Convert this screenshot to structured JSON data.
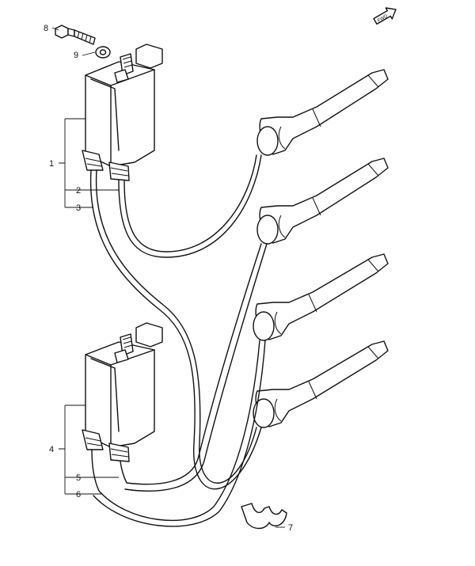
{
  "callouts": {
    "c1": "1",
    "c2": "2",
    "c3": "3",
    "c4": "4",
    "c5": "5",
    "c6": "6",
    "c7": "7",
    "c8": "8",
    "c9": "9"
  },
  "fwd_symbol": {
    "label": "FWD",
    "icon": "forward-arrow-icon"
  }
}
